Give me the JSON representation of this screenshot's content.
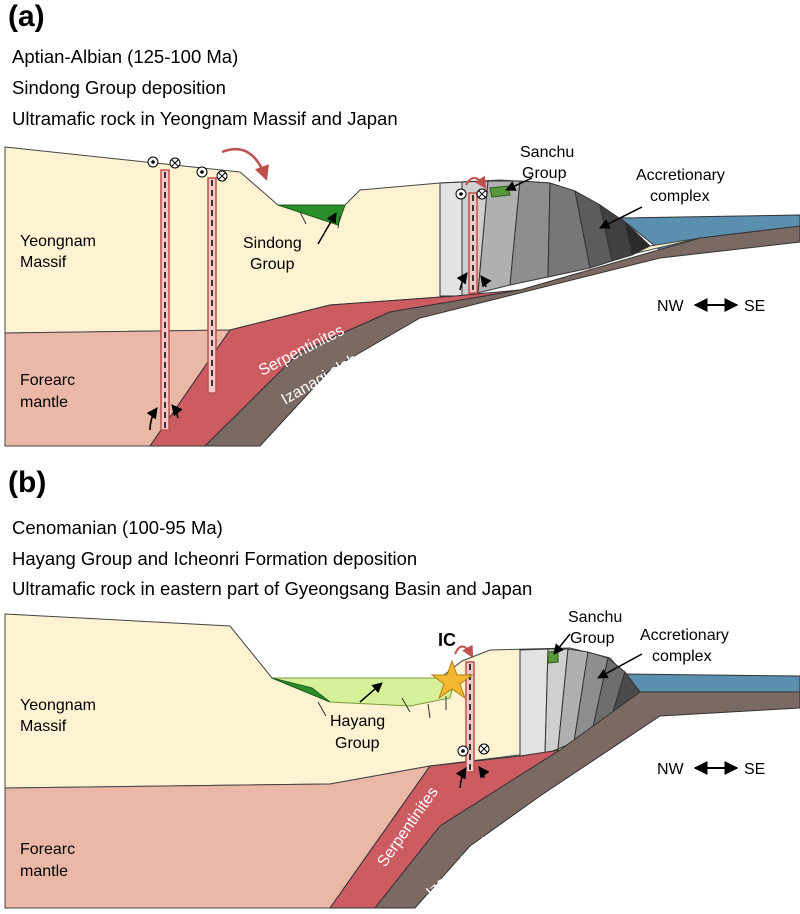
{
  "panel_a": {
    "letter": "(a)",
    "captions": [
      "Aptian-Albian (125-100 Ma)",
      "Sindong Group deposition",
      "Ultramafic rock in Yeongnam Massif and Japan"
    ],
    "labels": {
      "yeongnam_1": "Yeongnam",
      "yeongnam_2": "Massif",
      "forearc_1": "Forearc",
      "forearc_2": "mantle",
      "sindong_1": "Sindong",
      "sindong_2": "Group",
      "sanchu_1": "Sanchu",
      "sanchu_2": "Group",
      "accretionary_1": "Accretionary",
      "accretionary_2": "complex",
      "serpentinites": "Serpentinites",
      "izanagi": "Izanagi slab",
      "nw": "NW",
      "se": "SE"
    }
  },
  "panel_b": {
    "letter": "(b)",
    "captions": [
      "Cenomanian (100-95 Ma)",
      "Hayang Group and Icheonri Formation deposition",
      "Ultramafic rock in eastern part of Gyeongsang Basin and Japan"
    ],
    "labels": {
      "yeongnam_1": "Yeongnam",
      "yeongnam_2": "Massif",
      "forearc_1": "Forearc",
      "forearc_2": "mantle",
      "hayang_1": "Hayang",
      "hayang_2": "Group",
      "sanchu_1": "Sanchu",
      "sanchu_2": "Group",
      "accretionary_1": "Accretionary",
      "accretionary_2": "complex",
      "serpentinites": "Serpentinites",
      "izanagi": "Izanagi slab",
      "ic": "IC",
      "nw": "NW",
      "se": "SE"
    }
  },
  "colors": {
    "crust": "#fdf3d2",
    "mantle": "#ebb8a8",
    "serpentinite": "#cd5c62",
    "slab": "#7b6a63",
    "ocean": "#5b8fb0",
    "sindong": "#2a8f2a",
    "hayang": "#d7f19a",
    "sanchu": "#5a9a3a",
    "fault_arrow": "#c0504d",
    "star": "#f4b830"
  }
}
